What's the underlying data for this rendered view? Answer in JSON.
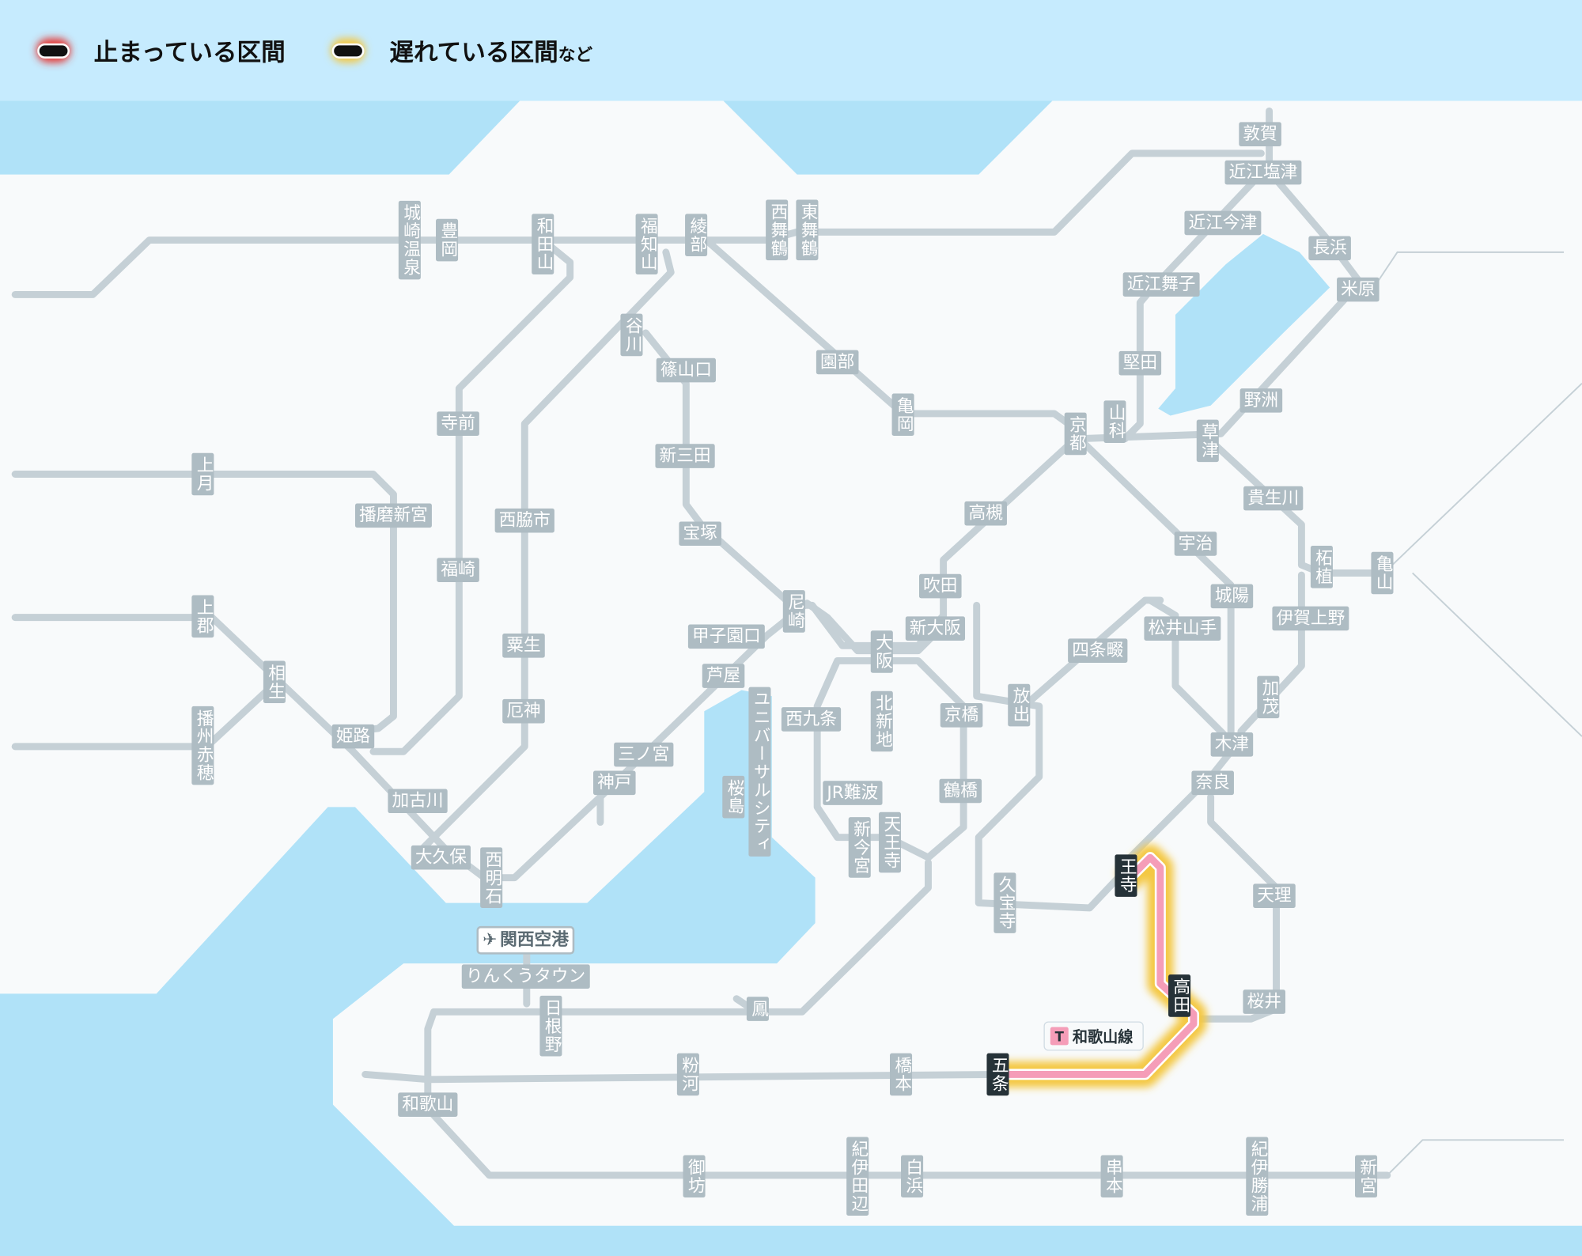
{
  "legend": {
    "stopped_label": "止まっている区間",
    "delayed_label": "遅れている区間",
    "delayed_suffix": "など",
    "stopped_color": "#e53935",
    "delayed_color": "#f4c842"
  },
  "affected_line": {
    "badge_letter": "T",
    "name": "和歌山線",
    "line_color": "#f59db8",
    "status": "delayed"
  },
  "colors": {
    "header": "#c6ebfe",
    "water": "#b0e2f8",
    "land": "#f8fafb",
    "track": "#c5d0d6",
    "station": "#aebcc3",
    "station_affected": "#263238"
  },
  "stations": {
    "tsuruga": "敦賀",
    "omishiotsu": "近江塩津",
    "omiimazu": "近江今津",
    "nagahama": "長浜",
    "maibara": "米原",
    "omimaiko": "近江舞子",
    "katata": "堅田",
    "yamashina": "山科",
    "kyoto": "京都",
    "kusatsu": "草津",
    "yasu": "野洲",
    "kibukawa": "貴生川",
    "tsuge": "柘植",
    "kameyama": "亀山",
    "igaueno": "伊賀上野",
    "kamo": "加茂",
    "kizu": "木津",
    "nara": "奈良",
    "uji": "宇治",
    "joyo": "城陽",
    "matsuiyamate": "松井山手",
    "shijonawate": "四条畷",
    "hanaten": "放出",
    "kyobashi": "京橋",
    "takatsuki": "高槻",
    "suita": "吹田",
    "shinosaka": "新大阪",
    "osaka": "大阪",
    "kitashinchi": "北新地",
    "amagasaki": "尼崎",
    "koshienguchi": "甲子園口",
    "ashiya": "芦屋",
    "nishikujo": "西九条",
    "universalcity": "ユニバーサルシティ",
    "sakurajima": "桜島",
    "jrnamba": "JR難波",
    "tsuruhashi": "鶴橋",
    "shinimamiya": "新今宮",
    "tennoji": "天王寺",
    "kyuhoji": "久宝寺",
    "oji": "王寺",
    "takada": "高田",
    "gojo": "五条",
    "tenri": "天理",
    "sakurai": "桜井",
    "kameoka": "亀岡",
    "sonobe": "園部",
    "ayabe": "綾部",
    "nishimaizuru": "西舞鶴",
    "higashimaizuru": "東舞鶴",
    "fukuchiyama": "福知山",
    "wadayama": "和田山",
    "toyooka": "豊岡",
    "kinosakionsen": "城崎温泉",
    "tanikawa": "谷川",
    "sasayamaguchi": "篠山口",
    "shinsanda": "新三田",
    "takarazuka": "宝塚",
    "teramae": "寺前",
    "fukusaki": "福崎",
    "nishiwakishi": "西脇市",
    "ao": "粟生",
    "yakujin": "厄神",
    "kozuki": "上月",
    "harimashingu": "播磨新宮",
    "kamigori": "上郡",
    "aioi": "相生",
    "banshuako": "播州赤穂",
    "himeji": "姫路",
    "kakogawa": "加古川",
    "sannomiya": "三ノ宮",
    "kobe": "神戸",
    "okubo": "大久保",
    "nishiakashi": "西明石",
    "kansaiairport": "関西空港",
    "rinkutown": "りんくうタウン",
    "hineno": "日根野",
    "otori": "鳳",
    "wakayama": "和歌山",
    "kokawa": "粉河",
    "hashimoto": "橋本",
    "gobo": "御坊",
    "kiitanabe": "紀伊田辺",
    "shirahama": "白浜",
    "kushimoto": "串本",
    "kiikatsuura": "紀伊勝浦",
    "shingu": "新宮"
  }
}
